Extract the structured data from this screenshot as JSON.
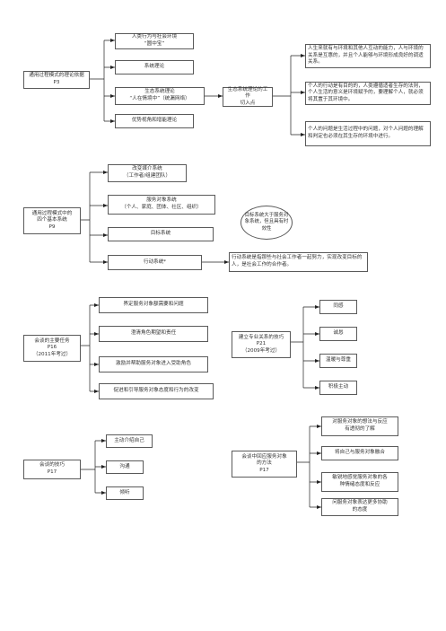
{
  "section1": {
    "root": "通用过程模式的理论依据\nP3",
    "theories": [
      "人类行为与社会环境\n“圆中宝”",
      "系统理论",
      "生态系统理论\n“人在情境中”（统漏网络）",
      "优势视角和增能理论"
    ],
    "eco_entry": "生态系统理论的工作\n切入点",
    "points": [
      "人生来就有与环境和其他人互动的能力，人与环境的关系是互惠的，并且个人能够与环境形成良好的调适关系。",
      "个人的行动是有目的的，人类遵循适者生存的法则，个人生活的意义是环境赋予的，要理解个人，就必须将其置于其环境中。",
      "个人的问题是生活过程中的问题，对个人问题的理解和判定也必须在其生存的环境中进行。"
    ]
  },
  "section2": {
    "root": "通用过程模式中的\n四个基本系统\nP9",
    "systems": [
      "改变媒介系统\n（工作者/组建团队）",
      "服务对象系统\n（个人、家庭、团体、社区、组织）",
      "目标系统",
      "行动系统*"
    ],
    "note": "目标系统大于服务对象系统，但且具有时效性",
    "action_desc": "行动系统是指那些与社会工作者一起努力，实现改变目标的人，是社会工作的合作者。"
  },
  "section3": {
    "root": "会谈的主要任务\nP16\n（2011年考过）",
    "tasks": [
      "界定服务对象额需要和问题",
      "澄清角色期望和责任",
      "激励并帮助服务对象进入受助角色",
      "促进和引导服务对象态度和行为的改变"
    ],
    "skills_root": "建立专业关系的技巧\nP21\n（2009年考过）",
    "skills": [
      "同感",
      "诚恳",
      "温暖与尊重",
      "积极主动"
    ]
  },
  "section4": {
    "root": "会谈的技巧\nP17",
    "items": [
      "主动介绍自己",
      "沟通",
      "倾听"
    ],
    "response_root": "会谈中回应服务对象\n的方法\nP17",
    "responses": [
      "对服务对象的想法与反应\n有透彻的了解",
      "将自己与服务对象融合",
      "敏锐地感觉服务对象的各\n种情绪态度和反应",
      "问服务对象表达更多协助\n的态度"
    ]
  }
}
